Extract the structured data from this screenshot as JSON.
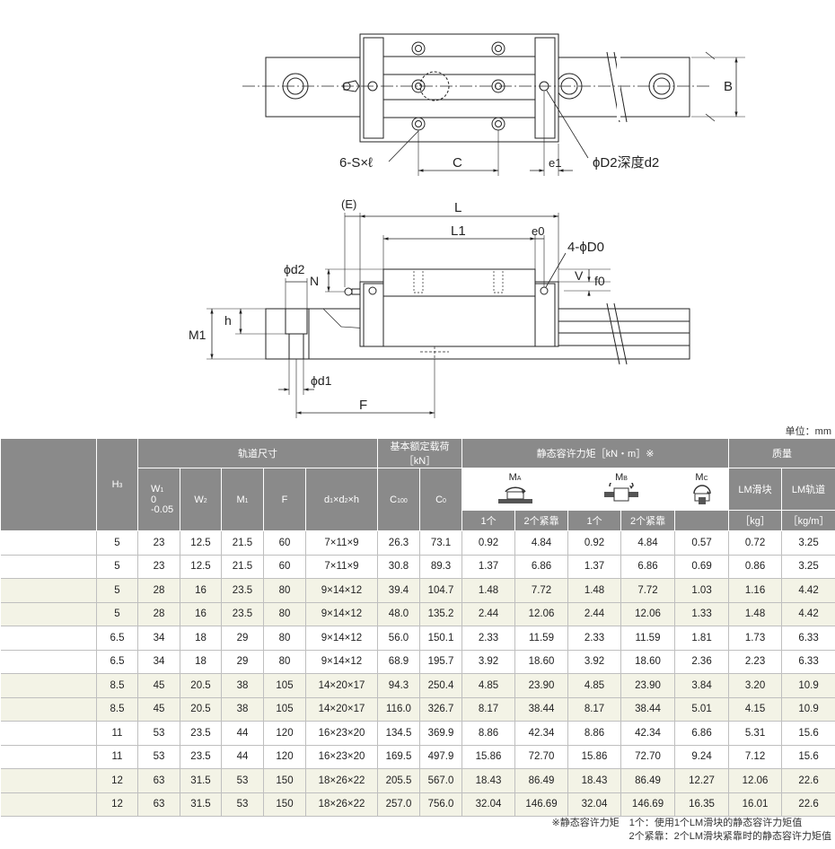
{
  "drawing": {
    "top": {
      "S": "6-S×ℓ",
      "C": "C",
      "e1": "e1",
      "D2": "ϕD2深度d2",
      "B": "B"
    },
    "side": {
      "E": "(E)",
      "L": "L",
      "L1": "L1",
      "e0": "e0",
      "D0": "4-ϕD0",
      "d2": "ϕd2",
      "N": "N",
      "V": "V",
      "f0": "f0",
      "h": "h",
      "M1": "M1",
      "d1": "ϕd1",
      "F": "F"
    }
  },
  "unit": "单位：mm",
  "header": {
    "rail_dim": "轨道尺寸",
    "rated_load": "基本额定载荷［kN］",
    "static_moment": "静态容许力矩［kN・m］※",
    "mass": "质量",
    "H3": "H3",
    "W1": "W1",
    "W1_tol_upper": "0",
    "W1_tol_lower": "-0.05",
    "W2": "W2",
    "M1": "M1",
    "F": "F",
    "dxdxh": "d1×d2×h",
    "C100": "C100",
    "C0": "C0",
    "MA": "MA",
    "MB": "MB",
    "MC": "MC",
    "lm_block": "LM滑块",
    "lm_rail": "LM轨道",
    "one": "1个",
    "two": "2个紧靠",
    "kg": "［kg］",
    "kgm": "［kg/m］"
  },
  "rows": [
    [
      "",
      "5",
      "23",
      "12.5",
      "21.5",
      "60",
      "7×11×9",
      "26.3",
      "73.1",
      "0.92",
      "4.84",
      "0.92",
      "4.84",
      "0.57",
      "0.72",
      "3.25"
    ],
    [
      "",
      "5",
      "23",
      "12.5",
      "21.5",
      "60",
      "7×11×9",
      "30.8",
      "89.3",
      "1.37",
      "6.86",
      "1.37",
      "6.86",
      "0.69",
      "0.86",
      "3.25"
    ],
    [
      "",
      "5",
      "28",
      "16",
      "23.5",
      "80",
      "9×14×12",
      "39.4",
      "104.7",
      "1.48",
      "7.72",
      "1.48",
      "7.72",
      "1.03",
      "1.16",
      "4.42"
    ],
    [
      "",
      "5",
      "28",
      "16",
      "23.5",
      "80",
      "9×14×12",
      "48.0",
      "135.2",
      "2.44",
      "12.06",
      "2.44",
      "12.06",
      "1.33",
      "1.48",
      "4.42"
    ],
    [
      "",
      "6.5",
      "34",
      "18",
      "29",
      "80",
      "9×14×12",
      "56.0",
      "150.1",
      "2.33",
      "11.59",
      "2.33",
      "11.59",
      "1.81",
      "1.73",
      "6.33"
    ],
    [
      "",
      "6.5",
      "34",
      "18",
      "29",
      "80",
      "9×14×12",
      "68.9",
      "195.7",
      "3.92",
      "18.60",
      "3.92",
      "18.60",
      "2.36",
      "2.23",
      "6.33"
    ],
    [
      "",
      "8.5",
      "45",
      "20.5",
      "38",
      "105",
      "14×20×17",
      "94.3",
      "250.4",
      "4.85",
      "23.90",
      "4.85",
      "23.90",
      "3.84",
      "3.20",
      "10.9"
    ],
    [
      "",
      "8.5",
      "45",
      "20.5",
      "38",
      "105",
      "14×20×17",
      "116.0",
      "326.7",
      "8.17",
      "38.44",
      "8.17",
      "38.44",
      "5.01",
      "4.15",
      "10.9"
    ],
    [
      "",
      "11",
      "53",
      "23.5",
      "44",
      "120",
      "16×23×20",
      "134.5",
      "369.9",
      "8.86",
      "42.34",
      "8.86",
      "42.34",
      "6.86",
      "5.31",
      "15.6"
    ],
    [
      "",
      "11",
      "53",
      "23.5",
      "44",
      "120",
      "16×23×20",
      "169.5",
      "497.9",
      "15.86",
      "72.70",
      "15.86",
      "72.70",
      "9.24",
      "7.12",
      "15.6"
    ],
    [
      "",
      "12",
      "63",
      "31.5",
      "53",
      "150",
      "18×26×22",
      "205.5",
      "567.0",
      "18.43",
      "86.49",
      "18.43",
      "86.49",
      "12.27",
      "12.06",
      "22.6"
    ],
    [
      "",
      "12",
      "63",
      "31.5",
      "53",
      "150",
      "18×26×22",
      "257.0",
      "756.0",
      "32.04",
      "146.69",
      "32.04",
      "146.69",
      "16.35",
      "16.01",
      "22.6"
    ]
  ],
  "notes": {
    "line1": "※静态容许力矩　1个：使用1个LM滑块的静态容许力矩值",
    "line2": "2个紧靠：2个LM滑块紧靠时的静态容许力矩值"
  },
  "colors": {
    "header_bg": "#8a8a8a",
    "band": "#f3f3e6",
    "line": "#bfbfbf"
  }
}
